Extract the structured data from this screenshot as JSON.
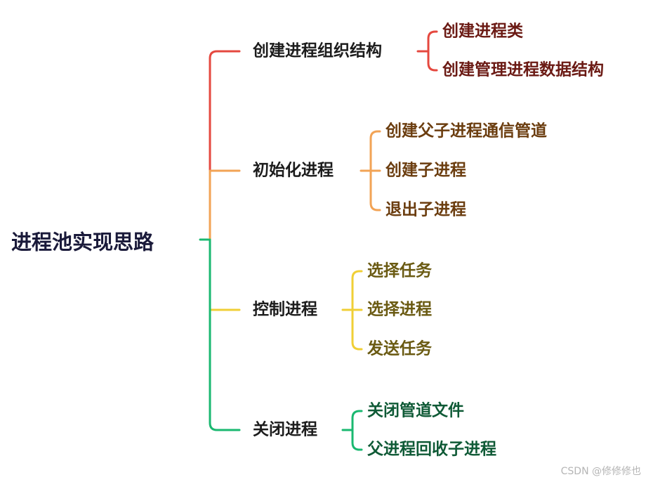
{
  "root": {
    "label": "进程池实现思路"
  },
  "colors": {
    "red": "#e5483f",
    "orange": "#f2a355",
    "yellow": "#f0cf36",
    "green": "#1ab870",
    "text_red": "#6b1a14",
    "text_orange": "#6b3d0f",
    "text_yellow": "#6a5a12",
    "text_green": "#0f5a36"
  },
  "branches": [
    {
      "label": "创建进程组织结构",
      "children": [
        {
          "label": "创建进程类"
        },
        {
          "label": "创建管理进程数据结构"
        }
      ]
    },
    {
      "label": "初始化进程",
      "children": [
        {
          "label": "创建父子进程通信管道"
        },
        {
          "label": "创建子进程"
        },
        {
          "label": "退出子进程"
        }
      ]
    },
    {
      "label": "控制进程",
      "children": [
        {
          "label": "选择任务"
        },
        {
          "label": "选择进程"
        },
        {
          "label": "发送任务"
        }
      ]
    },
    {
      "label": "关闭进程",
      "children": [
        {
          "label": "关闭管道文件"
        },
        {
          "label": "父进程回收子进程"
        }
      ]
    }
  ],
  "watermark": "CSDN @修修修也"
}
